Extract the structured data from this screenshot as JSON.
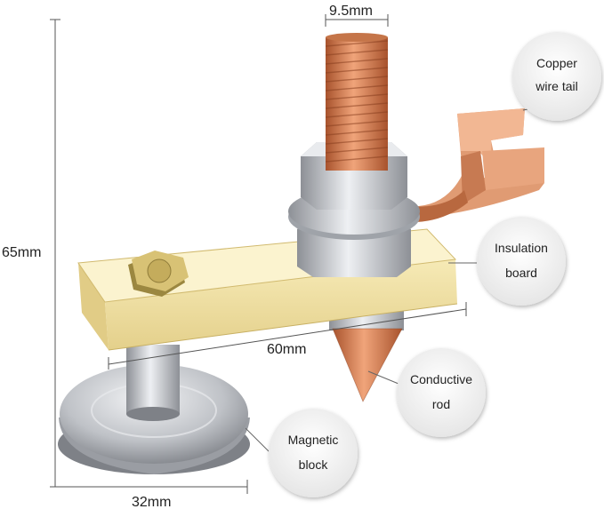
{
  "dimensions": {
    "bolt_diameter": "9.5mm",
    "height": "65mm",
    "board_length": "60mm",
    "base_diameter": "32mm"
  },
  "callouts": {
    "copper_tail": [
      "Copper",
      "wire tail"
    ],
    "insulation_board": [
      "Insulation",
      "board"
    ],
    "conductive_rod": [
      "Conductive",
      "rod"
    ],
    "magnetic_block": [
      "Magnetic",
      "block"
    ]
  },
  "colors": {
    "copper": "#d9875a",
    "copper_dark": "#a8532d",
    "board": "#f2e3a6",
    "board_edge": "#d8c27a",
    "steel": "#c9ccd1",
    "steel_dark": "#8d9096",
    "line": "#555555"
  }
}
